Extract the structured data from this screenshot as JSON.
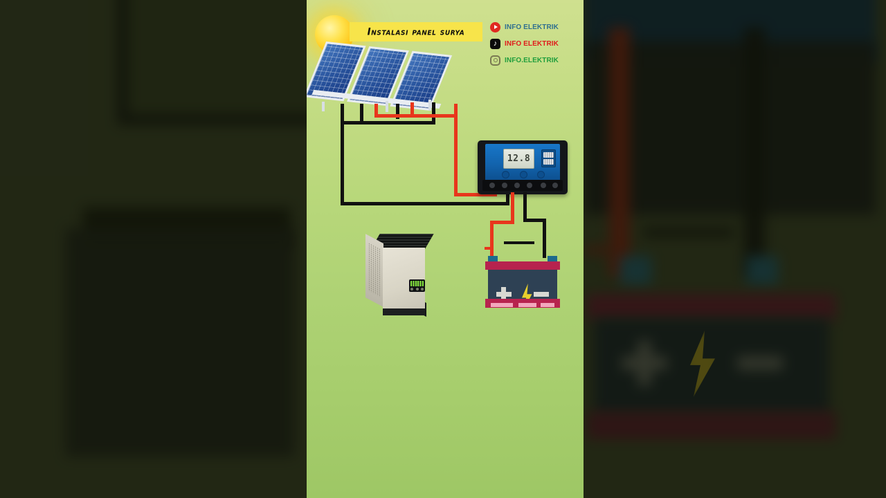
{
  "header": {
    "title": "Instalasi panel surya",
    "sun_icon": "sun-icon",
    "socials": [
      {
        "platform": "youtube",
        "icon": "youtube-icon",
        "handle": "INFO ELEKTRIK",
        "color": "#2f6f8f"
      },
      {
        "platform": "tiktok",
        "icon": "tiktok-icon",
        "handle": "INFO ELEKTRIK",
        "color": "#e01b1b"
      },
      {
        "platform": "instagram",
        "icon": "instagram-icon",
        "handle": "INFO.ELEKTRIK",
        "color": "#1f9e3c"
      }
    ]
  },
  "diagram": {
    "name": "solar-panel-installation-diagram",
    "background_top": "#cfe08f",
    "background_bottom": "#9ec765",
    "components": [
      {
        "id": "solar-array",
        "label": "Solar panel array",
        "panel_count": 3,
        "panel_color": "#2d5fa8",
        "frame_color": "#e9edf2"
      },
      {
        "id": "charge-controller",
        "label": "Solar charge controller",
        "display_value": "12.8",
        "face_color": "#1877c8",
        "body_color": "#14161a",
        "usb_ports": 2,
        "buttons": 3,
        "terminals": 6
      },
      {
        "id": "inverter",
        "label": "Inverter",
        "body_color": "#e7e3d6",
        "top_color": "#17191a",
        "lcd_color": "#7ee03a"
      },
      {
        "id": "battery",
        "label": "Battery",
        "body_color": "#2e4154",
        "cap_color": "#b7234e",
        "positive_marker": "+",
        "negative_marker": "−",
        "bolt_color": "#e8cf2c",
        "terminal_color": "#1d6a8c"
      }
    ],
    "wires": [
      {
        "id": "panel-negative-to-controller",
        "color": "#111111",
        "polarity": "negative"
      },
      {
        "id": "panel-positive-to-controller",
        "color": "#e8361c",
        "polarity": "positive"
      },
      {
        "id": "controller-positive-to-battery",
        "color": "#e8361c",
        "polarity": "positive"
      },
      {
        "id": "controller-negative-to-battery",
        "color": "#111111",
        "polarity": "negative"
      }
    ],
    "polarity_markers": [
      {
        "id": "battery-negative-marker",
        "color": "#e8361c"
      },
      {
        "id": "battery-positive-marker",
        "color": "#111111"
      }
    ]
  }
}
